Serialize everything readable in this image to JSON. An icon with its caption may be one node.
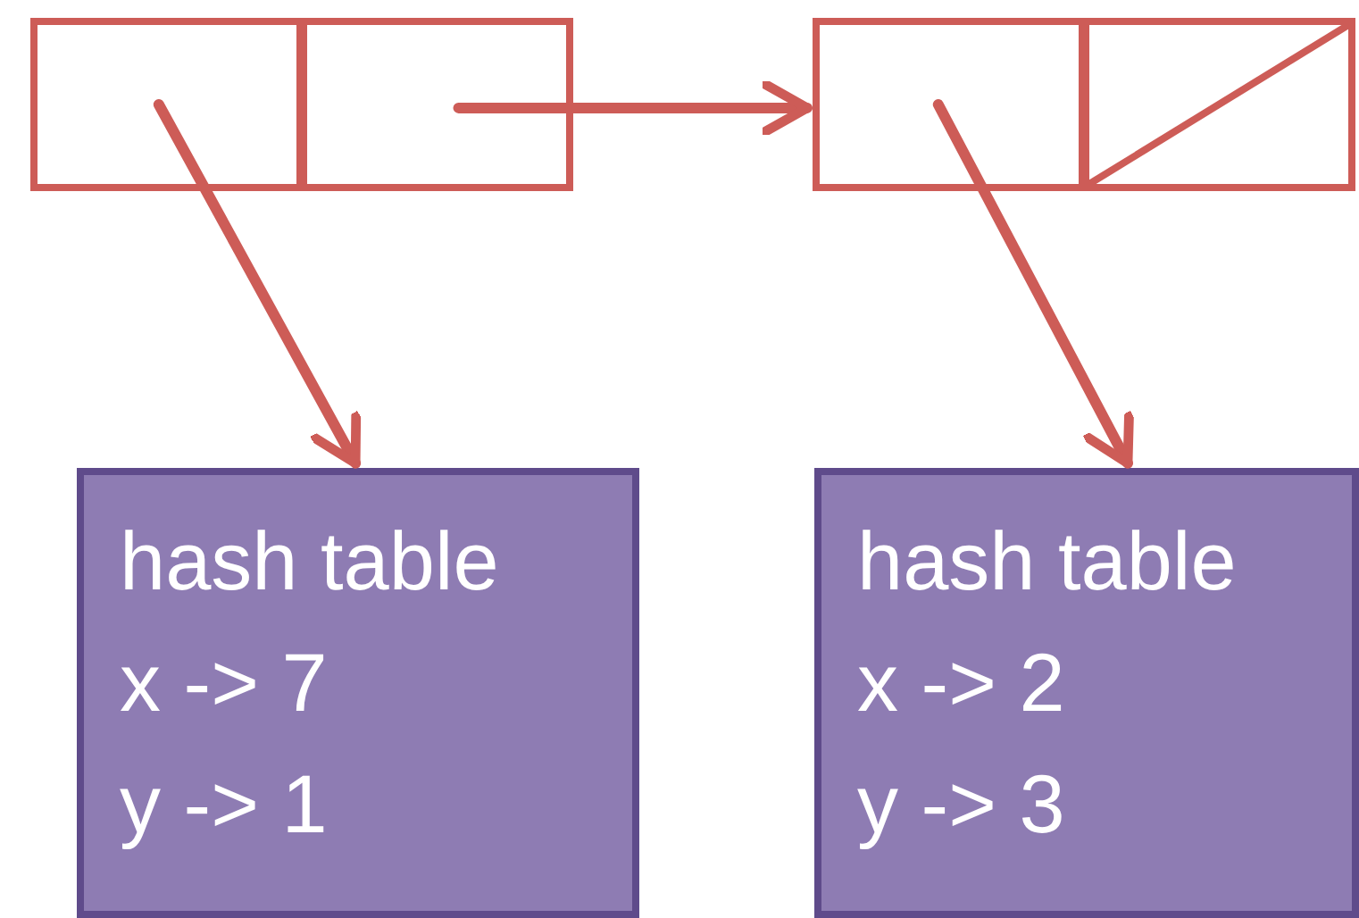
{
  "diagram": {
    "nodes": [
      {
        "text": [],
        "shape": "box"
      },
      {
        "text": [],
        "shape": "box"
      },
      {
        "text": [],
        "shape": "box"
      },
      {
        "text": [],
        "shape": "box"
      },
      {
        "text": [
          "hash table",
          "x -> 7",
          "y -> 1"
        ]
      },
      {
        "text": [
          "hash table",
          "x -> 2",
          "y -> 3"
        ]
      }
    ],
    "edges": [
      {
        "from": 0,
        "to": 4,
        "arrow": "to"
      },
      {
        "from": 1,
        "to": 2,
        "arrow": "to"
      },
      {
        "from": 2,
        "to": 5,
        "arrow": "to"
      }
    ]
  }
}
